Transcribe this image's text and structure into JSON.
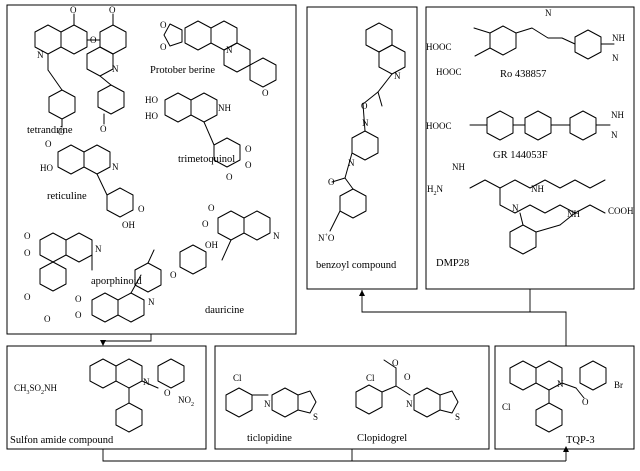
{
  "panels": {
    "natural_products": {
      "compounds": [
        "tetrandrine",
        "Protober berine",
        "trimetoquinol",
        "reticuline",
        "aporphinoid",
        "dauricine"
      ]
    },
    "benzoyl": {
      "compounds": [
        "benzoyl compound"
      ]
    },
    "peptidomimetics": {
      "compounds": [
        "Ro 438857",
        "GR 144053F",
        "DMP28"
      ]
    },
    "sulfonamide": {
      "compounds": [
        "Sulfon amide compound"
      ]
    },
    "thienopyridines": {
      "compounds": [
        "ticlopidine",
        "Clopidogrel"
      ]
    },
    "tqp": {
      "compounds": [
        "TQP-3"
      ]
    }
  },
  "atom_labels": {
    "methoxy": "O",
    "nitrogen": "N",
    "nh": "NH",
    "hydroxyl": "HO",
    "oh": "OH",
    "chloro": "Cl",
    "bromo": "Br",
    "sulfur": "S",
    "nitro": "NO",
    "nitro_sub": "2",
    "nitro_plus": "+",
    "cooh": "COOH",
    "hooc": "HOOC",
    "sulfonamide_prefix": "CH",
    "sulfonamide_sub": "3",
    "sulfonamide_mid": "SO",
    "sulfonamide_sub2": "2",
    "sulfonamide_suffix": "NH",
    "h2n": "H",
    "h2n_sub": "2",
    "h2n_n": "N",
    "imine_h": "H",
    "amine_n": "N"
  }
}
